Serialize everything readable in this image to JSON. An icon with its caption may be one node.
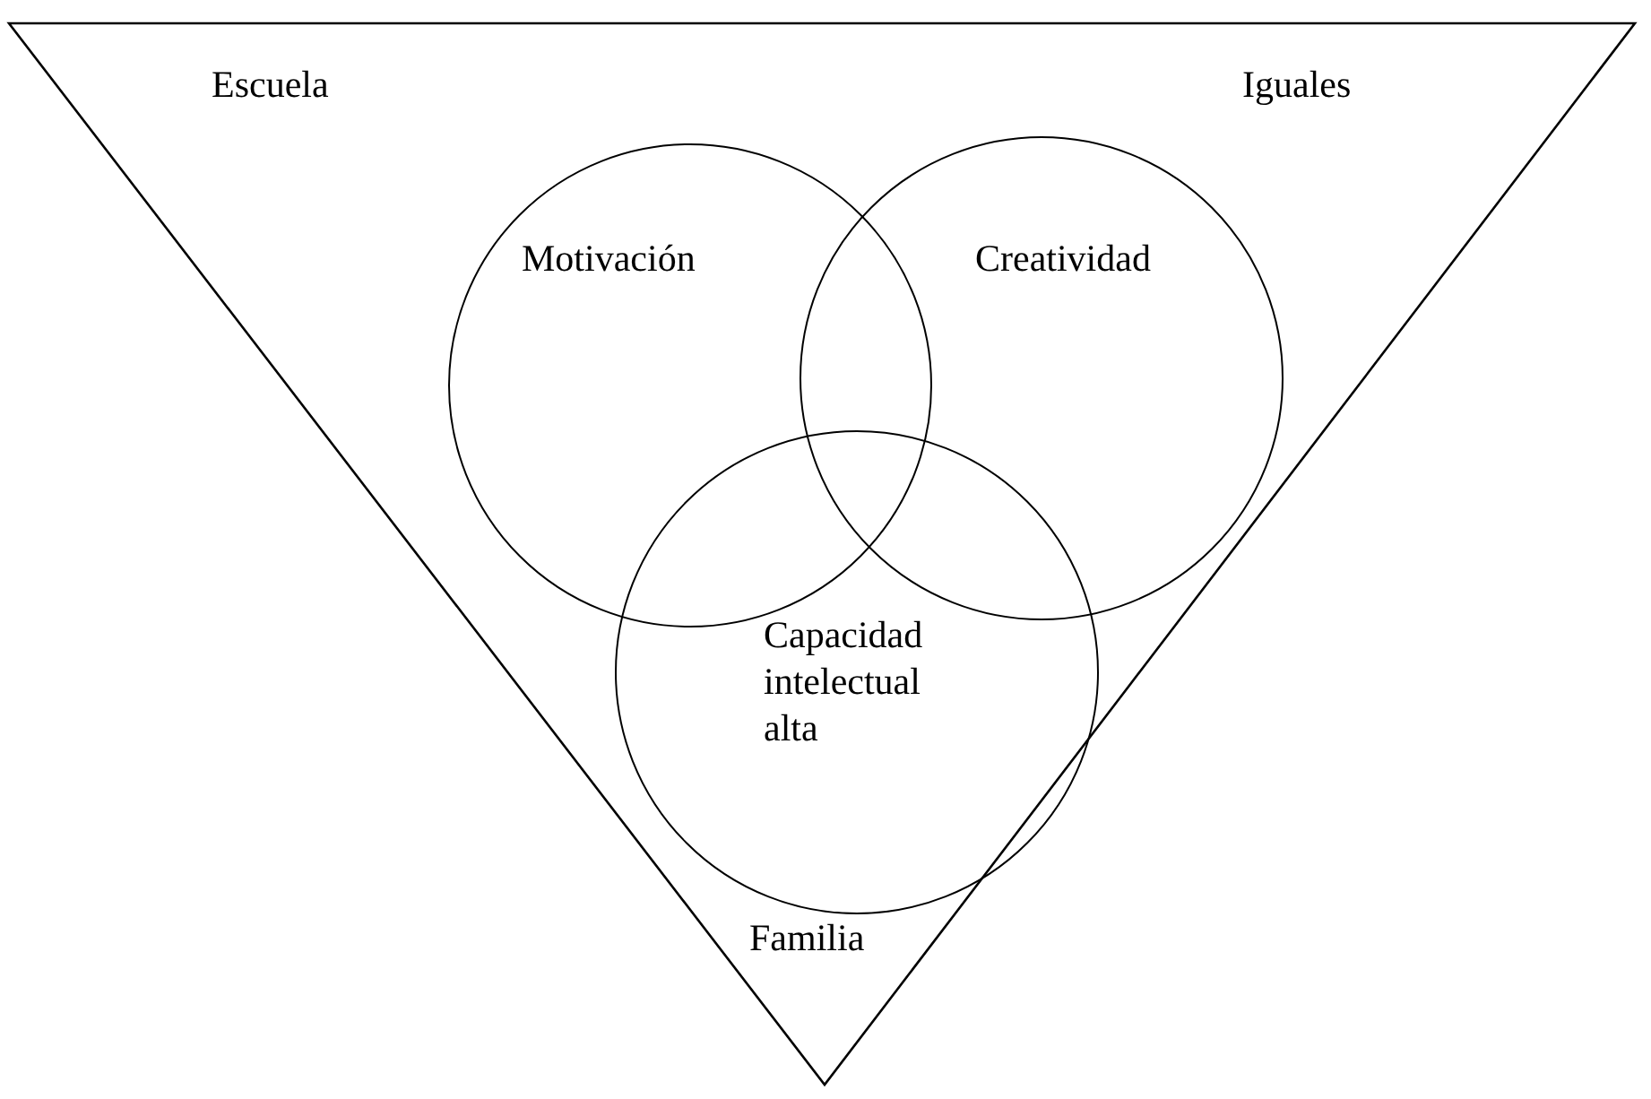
{
  "diagram": {
    "nodes": [
      {
        "text": [
          "Escuela",
          "Iguales",
          "Familia"
        ]
      },
      {
        "text": [
          "Motivación"
        ],
        "in": 0
      },
      {
        "text": [
          "Creatividad"
        ],
        "in": 0
      },
      {
        "text": [
          "Capacidad intelectual alta"
        ],
        "in": 0
      }
    ]
  }
}
